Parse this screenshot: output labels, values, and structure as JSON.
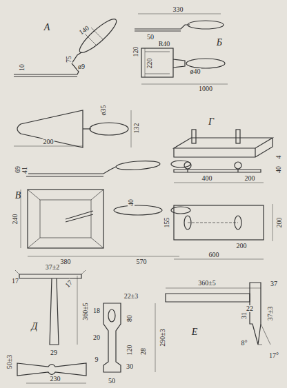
{
  "diagram": {
    "labels": [
      "А",
      "140",
      "120",
      "75",
      "10",
      "ø9",
      "ø35",
      "132",
      "200",
      "330",
      "50",
      "Б",
      "220",
      "R40",
      "ø40",
      "1000",
      "69",
      "41",
      "В",
      "240",
      "40",
      "380",
      "570",
      "Г",
      "4",
      "40",
      "400",
      "200",
      "155",
      "200",
      "600",
      "200",
      "Д",
      "17",
      "37±2",
      "17",
      "360±5",
      "29",
      "50±3",
      "230",
      "Е",
      "360±5",
      "22",
      "37",
      "31",
      "37±3",
      "8°",
      "17°",
      "22±3",
      "18",
      "80",
      "20",
      "120",
      "290±3",
      "30",
      "9",
      "50",
      "28"
    ]
  }
}
